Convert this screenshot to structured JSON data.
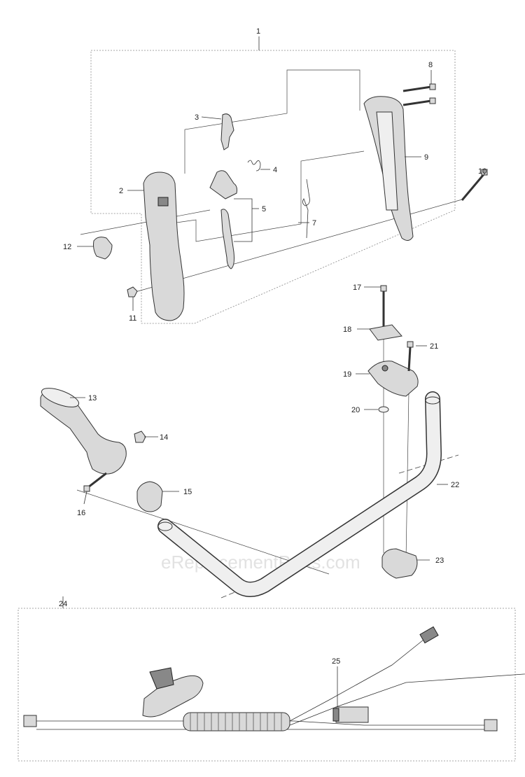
{
  "watermark": "eReplacementParts.com",
  "callouts": {
    "c1": "1",
    "c2": "2",
    "c3": "3",
    "c4": "4",
    "c5": "5",
    "c7": "7",
    "c8": "8",
    "c9": "9",
    "c10": "10",
    "c11": "11",
    "c12": "12",
    "c13": "13",
    "c14": "14",
    "c15": "15",
    "c16": "16",
    "c17": "17",
    "c18": "18",
    "c19": "19",
    "c20": "20",
    "c21": "21",
    "c22": "22",
    "c23": "23",
    "c24": "24",
    "c25": "25"
  }
}
